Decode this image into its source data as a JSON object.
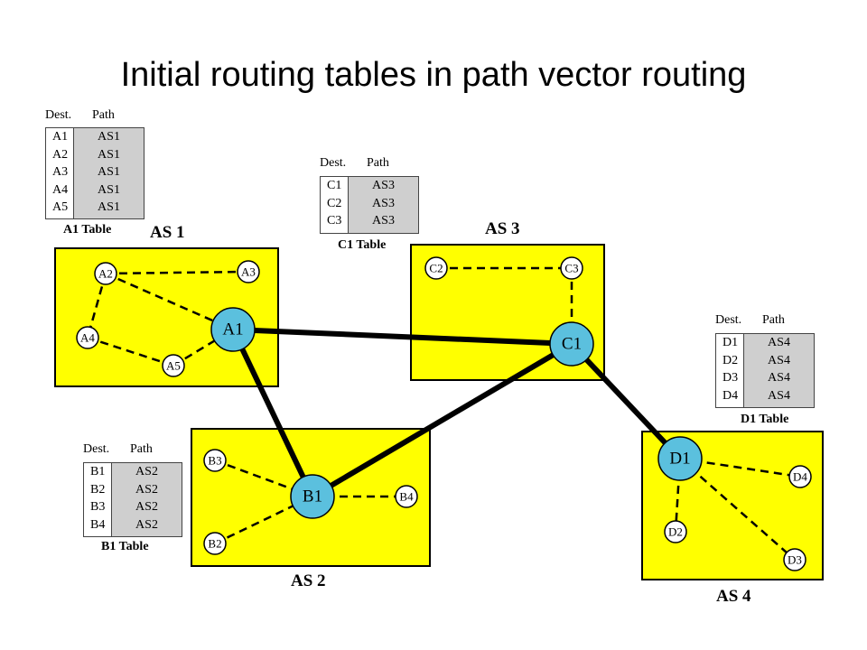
{
  "title": "Initial routing tables in path vector routing",
  "colors": {
    "as_fill": "#ffff00",
    "as_border": "#000000",
    "speaker_fill": "#5bc0de",
    "node_fill": "#ffffff",
    "table_path_bg": "#cfcfcf"
  },
  "autonomous_systems": [
    {
      "label": "AS 1"
    },
    {
      "label": "AS 2"
    },
    {
      "label": "AS 3"
    },
    {
      "label": "AS 4"
    }
  ],
  "nodes": {
    "A1": "A1",
    "A2": "A2",
    "A3": "A3",
    "A4": "A4",
    "A5": "A5",
    "B1": "B1",
    "B2": "B2",
    "B3": "B3",
    "B4": "B4",
    "C1": "C1",
    "C2": "C2",
    "C3": "C3",
    "D1": "D1",
    "D2": "D2",
    "D3": "D3",
    "D4": "D4"
  },
  "tables": [
    {
      "header_dest": "Dest.",
      "header_path": "Path",
      "caption": "A1 Table",
      "rows": [
        [
          "A1",
          "AS1"
        ],
        [
          "A2",
          "AS1"
        ],
        [
          "A3",
          "AS1"
        ],
        [
          "A4",
          "AS1"
        ],
        [
          "A5",
          "AS1"
        ]
      ]
    },
    {
      "header_dest": "Dest.",
      "header_path": "Path",
      "caption": "B1 Table",
      "rows": [
        [
          "B1",
          "AS2"
        ],
        [
          "B2",
          "AS2"
        ],
        [
          "B3",
          "AS2"
        ],
        [
          "B4",
          "AS2"
        ]
      ]
    },
    {
      "header_dest": "Dest.",
      "header_path": "Path",
      "caption": "C1 Table",
      "rows": [
        [
          "C1",
          "AS3"
        ],
        [
          "C2",
          "AS3"
        ],
        [
          "C3",
          "AS3"
        ]
      ]
    },
    {
      "header_dest": "Dest.",
      "header_path": "Path",
      "caption": "D1 Table",
      "rows": [
        [
          "D1",
          "AS4"
        ],
        [
          "D2",
          "AS4"
        ],
        [
          "D3",
          "AS4"
        ],
        [
          "D4",
          "AS4"
        ]
      ]
    }
  ]
}
